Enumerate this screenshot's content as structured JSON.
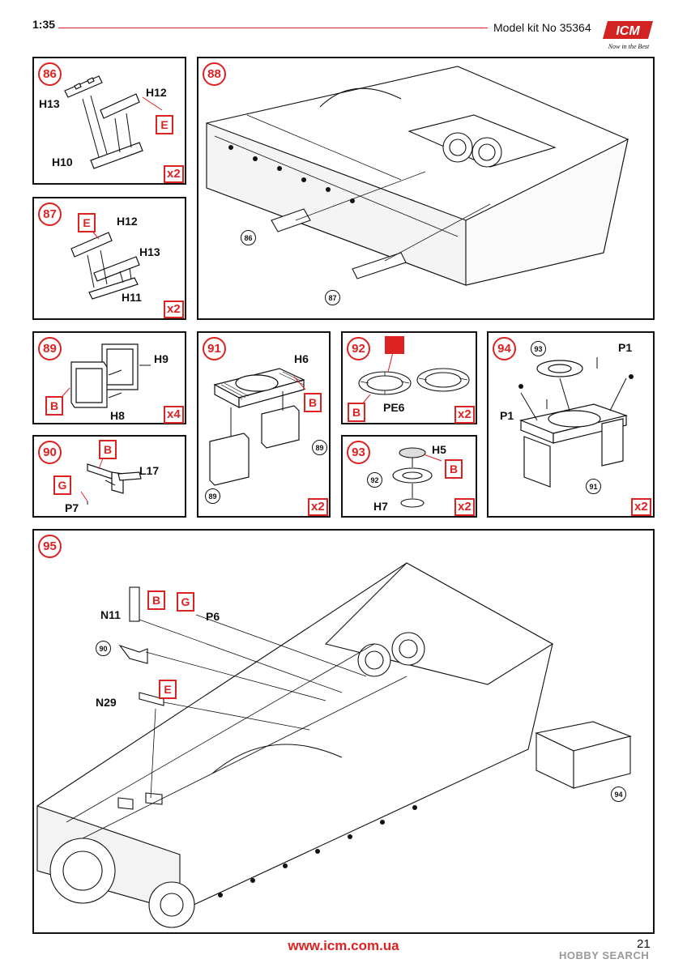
{
  "header": {
    "scale": "1:35",
    "kit": "Model kit No 35364",
    "logo_text": "ICM",
    "logo_tagline": "Now in the Best"
  },
  "footer": {
    "url": "www.icm.com.ua",
    "page": "21",
    "watermark": "HOBBY SEARCH"
  },
  "colors": {
    "accent": "#d22222",
    "line": "#111111"
  },
  "steps": {
    "s86": {
      "num": "86",
      "mult": "x2",
      "labels": {
        "a": "H13",
        "b": "H12",
        "c": "H10"
      },
      "sprue": "E"
    },
    "s87": {
      "num": "87",
      "mult": "x2",
      "labels": {
        "a": "H12",
        "b": "H13",
        "c": "H11"
      },
      "sprue": "E"
    },
    "s88": {
      "num": "88",
      "refs": {
        "a": "86",
        "b": "87"
      }
    },
    "s89": {
      "num": "89",
      "mult": "x4",
      "labels": {
        "a": "H9",
        "b": "H8"
      },
      "sprue": "B"
    },
    "s90": {
      "num": "90",
      "labels": {
        "a": "L17",
        "b": "P7"
      },
      "sprue_b": "B",
      "sprue_g": "G"
    },
    "s91": {
      "num": "91",
      "mult": "x2",
      "labels": {
        "a": "H6"
      },
      "sprue": "B",
      "refs": {
        "a": "89",
        "b": "89"
      }
    },
    "s92": {
      "num": "92",
      "mult": "x2",
      "labels": {
        "a": "PE6"
      },
      "sprue": "B",
      "pe_icon": "photo-etch-icon"
    },
    "s93": {
      "num": "93",
      "mult": "x2",
      "labels": {
        "a": "H5",
        "b": "H7"
      },
      "sprue": "B",
      "refs": {
        "a": "92"
      }
    },
    "s94": {
      "num": "94",
      "mult": "x2",
      "labels": {
        "a": "P1",
        "b": "P1"
      },
      "refs": {
        "a": "93",
        "b": "91"
      }
    },
    "s95": {
      "num": "95",
      "labels": {
        "a": "N11",
        "b": "P6",
        "c": "N29"
      },
      "sprue_b": "B",
      "sprue_g": "G",
      "sprue_e": "E",
      "refs": {
        "a": "90",
        "b": "94"
      }
    }
  }
}
